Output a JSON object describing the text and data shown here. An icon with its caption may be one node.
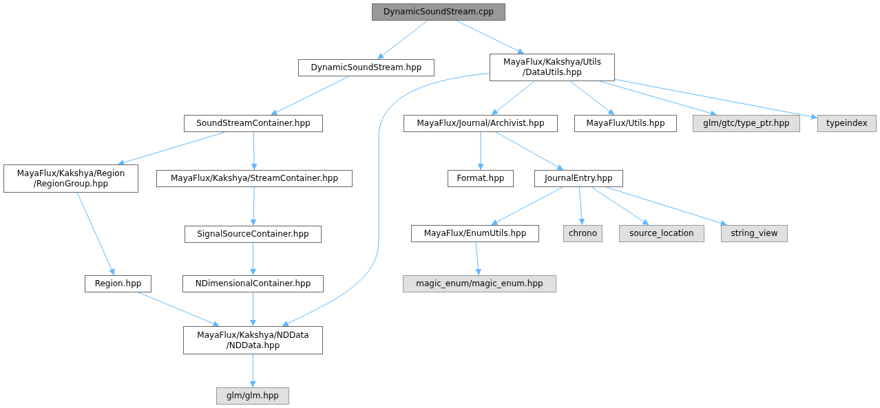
{
  "diagram": {
    "nodes": [
      {
        "text": [
          "DynamicSoundStream.cpp"
        ]
      },
      {
        "text": [
          "DynamicSoundStream.hpp"
        ]
      },
      {
        "text": [
          "MayaFlux/Kakshya/Utils /DataUtils.hpp"
        ]
      },
      {
        "text": [
          "SoundStreamContainer.hpp"
        ]
      },
      {
        "text": [
          "MayaFlux/Kakshya/Region /RegionGroup.hpp"
        ]
      },
      {
        "text": [
          "MayaFlux/Kakshya/StreamContainer.hpp"
        ]
      },
      {
        "text": [
          "MayaFlux/Journal/Archivist.hpp"
        ]
      },
      {
        "text": [
          "MayaFlux/Utils.hpp"
        ]
      },
      {
        "text": [
          "glm/gtc/type_ptr.hpp"
        ]
      },
      {
        "text": [
          "typeindex"
        ]
      },
      {
        "text": [
          "SignalSourceContainer.hpp"
        ]
      },
      {
        "text": [
          "Format.hpp"
        ]
      },
      {
        "text": [
          "JournalEntry.hpp"
        ]
      },
      {
        "text": [
          "Region.hpp"
        ]
      },
      {
        "text": [
          "NDimensionalContainer.hpp"
        ]
      },
      {
        "text": [
          "MayaFlux/EnumUtils.hpp"
        ]
      },
      {
        "text": [
          "chrono"
        ]
      },
      {
        "text": [
          "source_location"
        ]
      },
      {
        "text": [
          "string_view"
        ]
      },
      {
        "text": [
          "MayaFlux/Kakshya/NDData /NDData.hpp"
        ]
      },
      {
        "text": [
          "magic_enum/magic_enum.hpp"
        ]
      },
      {
        "text": [
          "glm/glm.hpp"
        ]
      }
    ],
    "edges": [
      {
        "from": 0,
        "to": 1,
        "arrow": "to"
      },
      {
        "from": 0,
        "to": 2,
        "arrow": "to"
      },
      {
        "from": 1,
        "to": 3,
        "arrow": "to"
      },
      {
        "from": 2,
        "to": 19,
        "arrow": "to"
      },
      {
        "from": 2,
        "to": 6,
        "arrow": "to"
      },
      {
        "from": 2,
        "to": 7,
        "arrow": "to"
      },
      {
        "from": 2,
        "to": 8,
        "arrow": "to"
      },
      {
        "from": 2,
        "to": 9,
        "arrow": "to"
      },
      {
        "from": 3,
        "to": 4,
        "arrow": "to"
      },
      {
        "from": 3,
        "to": 5,
        "arrow": "to"
      },
      {
        "from": 4,
        "to": 13,
        "arrow": "to"
      },
      {
        "from": 5,
        "to": 10,
        "arrow": "to"
      },
      {
        "from": 10,
        "to": 14,
        "arrow": "to"
      },
      {
        "from": 14,
        "to": 19,
        "arrow": "to"
      },
      {
        "from": 13,
        "to": 19,
        "arrow": "to"
      },
      {
        "from": 6,
        "to": 11,
        "arrow": "to"
      },
      {
        "from": 6,
        "to": 12,
        "arrow": "to"
      },
      {
        "from": 12,
        "to": 15,
        "arrow": "to"
      },
      {
        "from": 12,
        "to": 16,
        "arrow": "to"
      },
      {
        "from": 12,
        "to": 17,
        "arrow": "to"
      },
      {
        "from": 12,
        "to": 18,
        "arrow": "to"
      },
      {
        "from": 15,
        "to": 20,
        "arrow": "to"
      },
      {
        "from": 19,
        "to": 21,
        "arrow": "to"
      }
    ]
  }
}
